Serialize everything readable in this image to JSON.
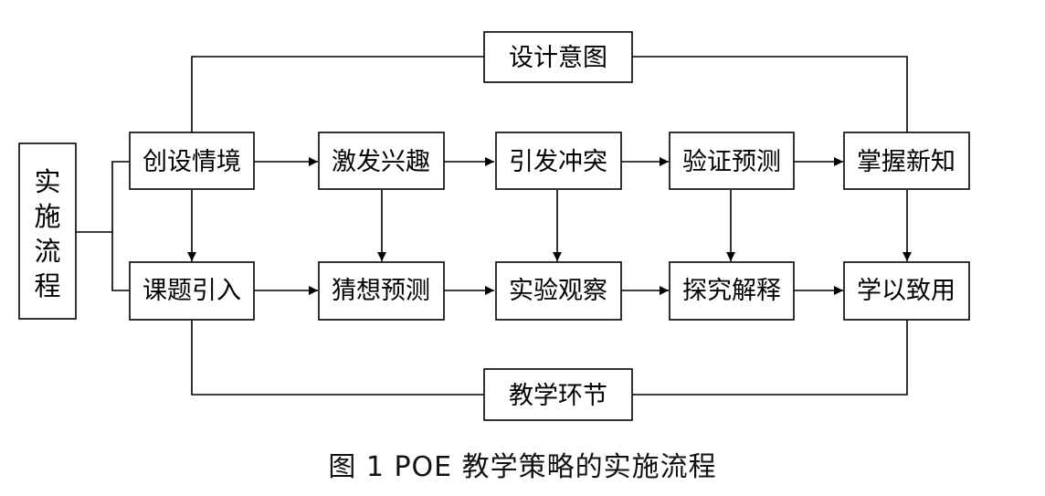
{
  "left_label": "实施流程",
  "top_label": "设计意图",
  "bottom_label": "教学环节",
  "top_row": [
    "创设情境",
    "激发兴趣",
    "引发冲突",
    "验证预测",
    "掌握新知"
  ],
  "bottom_row": [
    "课题引入",
    "猜想预测",
    "实验观察",
    "探究解释",
    "学以致用"
  ],
  "caption": "图 1   POE 教学策略的实施流程"
}
